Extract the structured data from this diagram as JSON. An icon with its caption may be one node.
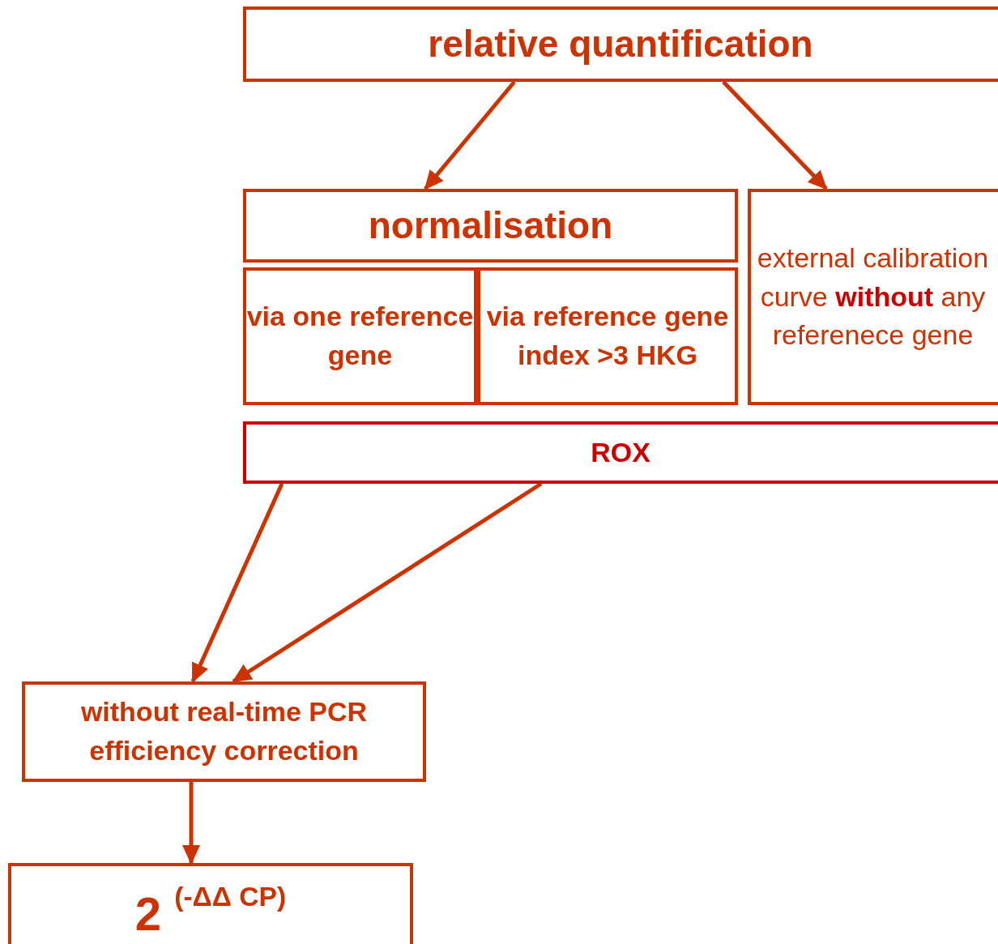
{
  "diagram": {
    "nodes": [
      {
        "text": [
          "relative quantification"
        ]
      },
      {
        "text": [
          "normalisation"
        ]
      },
      {
        "text": [
          "via one reference gene"
        ]
      },
      {
        "text": [
          "via reference gene index >3 HKG"
        ]
      },
      {
        "text": [
          "external calibration curve **without** any referenece gene"
        ]
      },
      {
        "text": [
          "ROX"
        ]
      },
      {
        "text": [
          "without real-time PCR efficiency correction"
        ]
      },
      {
        "text": [
          "2 $^{(-ΔΔ CP)}$"
        ]
      }
    ],
    "edges": [
      {
        "from": 0,
        "to": 1,
        "arrow": "to"
      },
      {
        "from": 0,
        "to": 4,
        "arrow": "to"
      },
      {
        "from": 5,
        "to": 6,
        "arrow": "to"
      },
      {
        "from": 5,
        "to": 6,
        "arrow": "to"
      },
      {
        "from": 6,
        "to": 7,
        "arrow": "to"
      }
    ]
  }
}
